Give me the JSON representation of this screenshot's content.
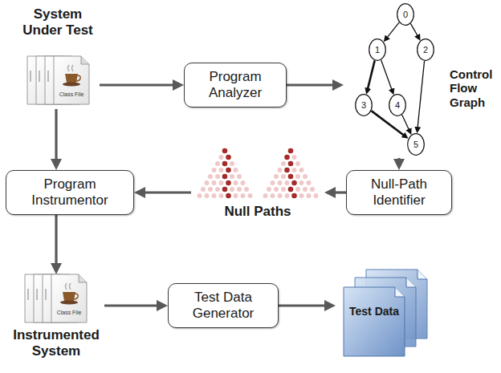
{
  "diagram": {
    "nodes": [
      {
        "text": [
          "System Under Test"
        ]
      },
      {
        "text": [
          "Program Analyzer"
        ]
      },
      {
        "text": [
          "Control Flow Graph"
        ]
      },
      {
        "text": [
          "0"
        ],
        "in": 2
      },
      {
        "text": [
          "1"
        ],
        "in": 2
      },
      {
        "text": [
          "2"
        ],
        "in": 2
      },
      {
        "text": [
          "3"
        ],
        "in": 2
      },
      {
        "text": [
          "4"
        ],
        "in": 2
      },
      {
        "text": [
          "5"
        ],
        "in": 2
      },
      {
        "text": [
          "Program Instrumentor"
        ]
      },
      {
        "text": [
          "Null Paths"
        ]
      },
      {
        "text": [
          "Null-Path Identifier"
        ]
      },
      {
        "text": [
          "Instrumented System"
        ]
      },
      {
        "text": [
          "Test Data Generator"
        ]
      },
      {
        "text": [
          "Test Data"
        ]
      }
    ],
    "edges": [
      {
        "from": 0,
        "to": 1,
        "arrow": "to"
      },
      {
        "from": 1,
        "to": 2,
        "arrow": "to"
      },
      {
        "from": 3,
        "to": 4,
        "arrow": "to"
      },
      {
        "from": 3,
        "to": 5,
        "arrow": "to"
      },
      {
        "from": 4,
        "to": 6,
        "arrow": "to"
      },
      {
        "from": 4,
        "to": 7,
        "arrow": "to"
      },
      {
        "from": 5,
        "to": 8,
        "arrow": "to"
      },
      {
        "from": 6,
        "to": 8,
        "arrow": "to"
      },
      {
        "from": 7,
        "to": 8,
        "arrow": "to"
      },
      {
        "from": 2,
        "to": 11,
        "arrow": "to"
      },
      {
        "from": 11,
        "to": 10,
        "arrow": "to"
      },
      {
        "from": 10,
        "to": 9,
        "arrow": "to"
      },
      {
        "from": 0,
        "to": 9,
        "arrow": "to"
      },
      {
        "from": 9,
        "to": 12,
        "arrow": "to"
      },
      {
        "from": 12,
        "to": 13,
        "arrow": "to"
      },
      {
        "from": 13,
        "to": 14,
        "arrow": "to"
      }
    ],
    "labels": [
      "Class File",
      "Class File"
    ]
  }
}
